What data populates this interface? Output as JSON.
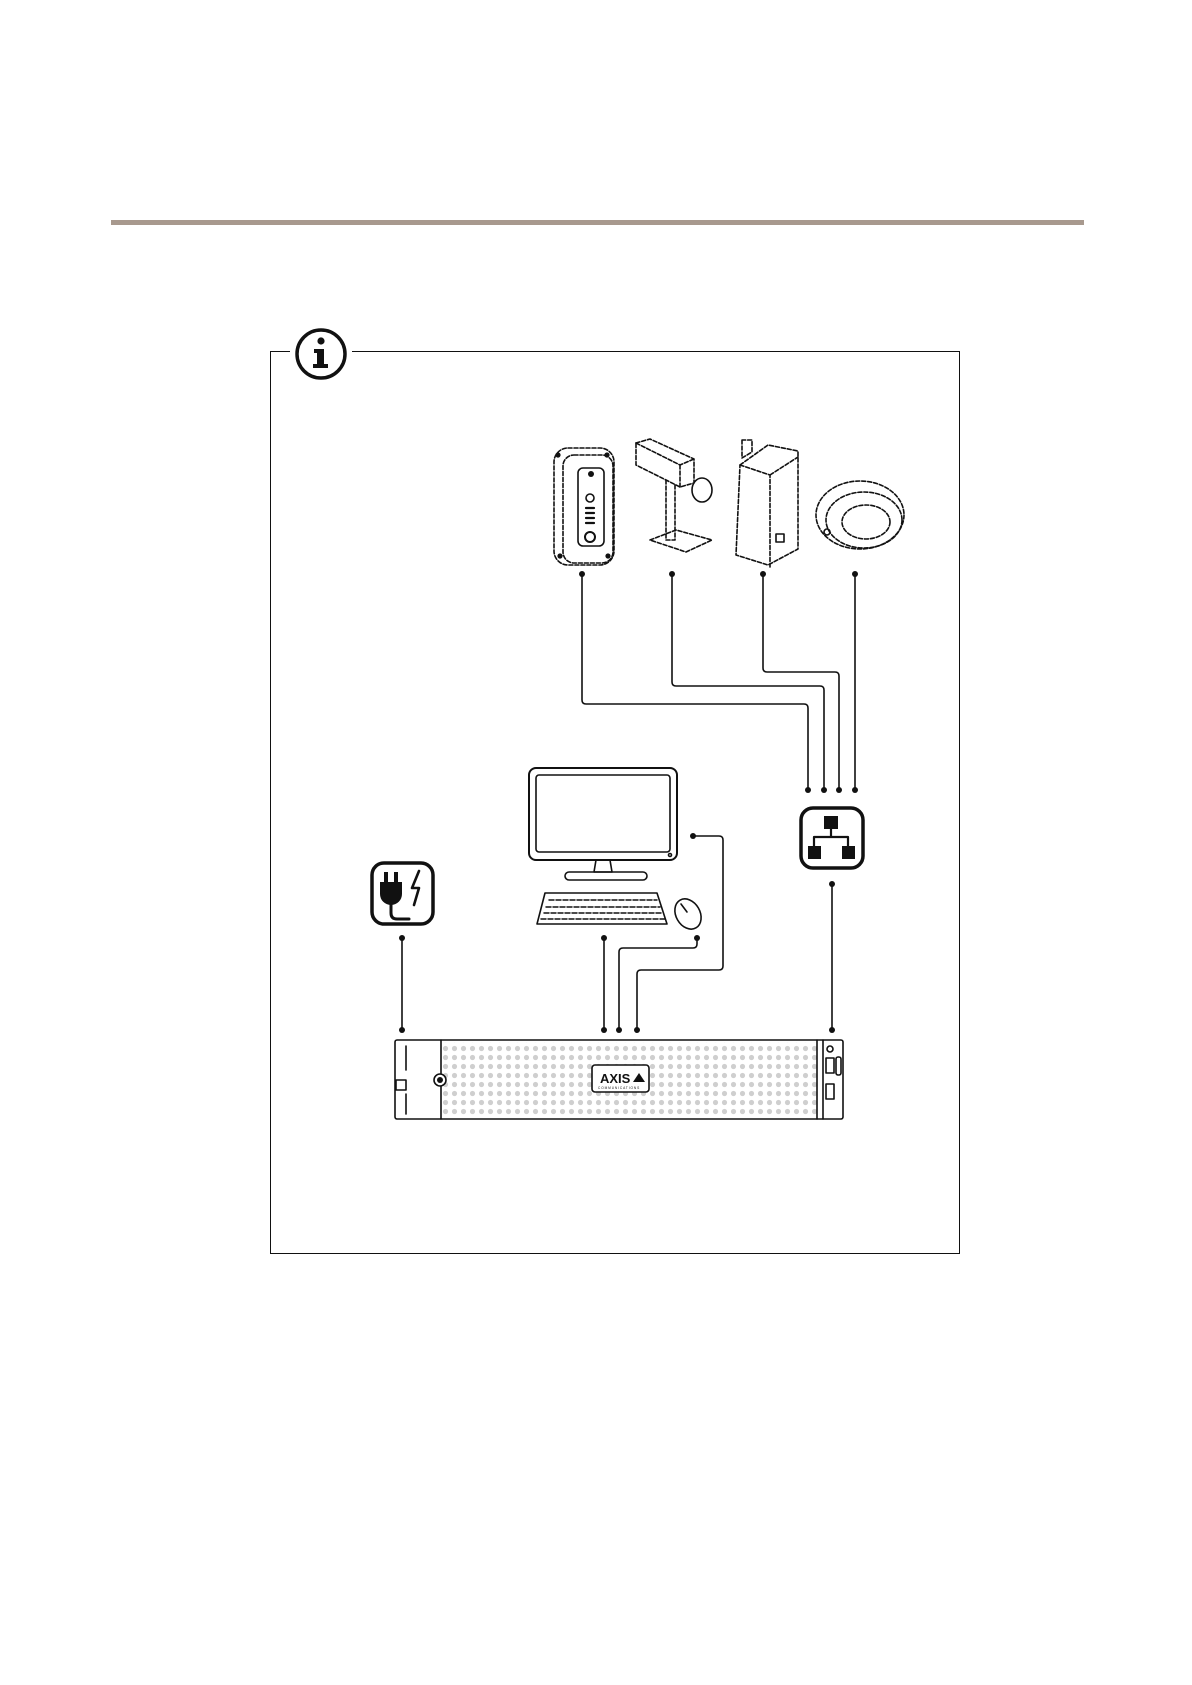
{
  "page": {
    "divider_color": "#a8998e"
  },
  "info_box": {
    "icon": "info-icon"
  },
  "diagram": {
    "devices": [
      {
        "id": "intercom",
        "icon": "door-station-intercom-icon"
      },
      {
        "id": "bullet-camera",
        "icon": "box-camera-on-mount-icon"
      },
      {
        "id": "box-camera",
        "icon": "wall-mounted-camera-icon"
      },
      {
        "id": "dome-camera",
        "icon": "dome-camera-icon"
      }
    ],
    "network_switch": {
      "icon": "network-switch-icon"
    },
    "power": {
      "icon": "power-plug-icon"
    },
    "workstation": {
      "icons": [
        "monitor-icon",
        "keyboard-icon",
        "mouse-icon"
      ]
    },
    "recorder": {
      "icon": "rack-recorder-icon",
      "brand_logo": "AXIS",
      "brand_sub": "COMMUNICATIONS"
    }
  }
}
